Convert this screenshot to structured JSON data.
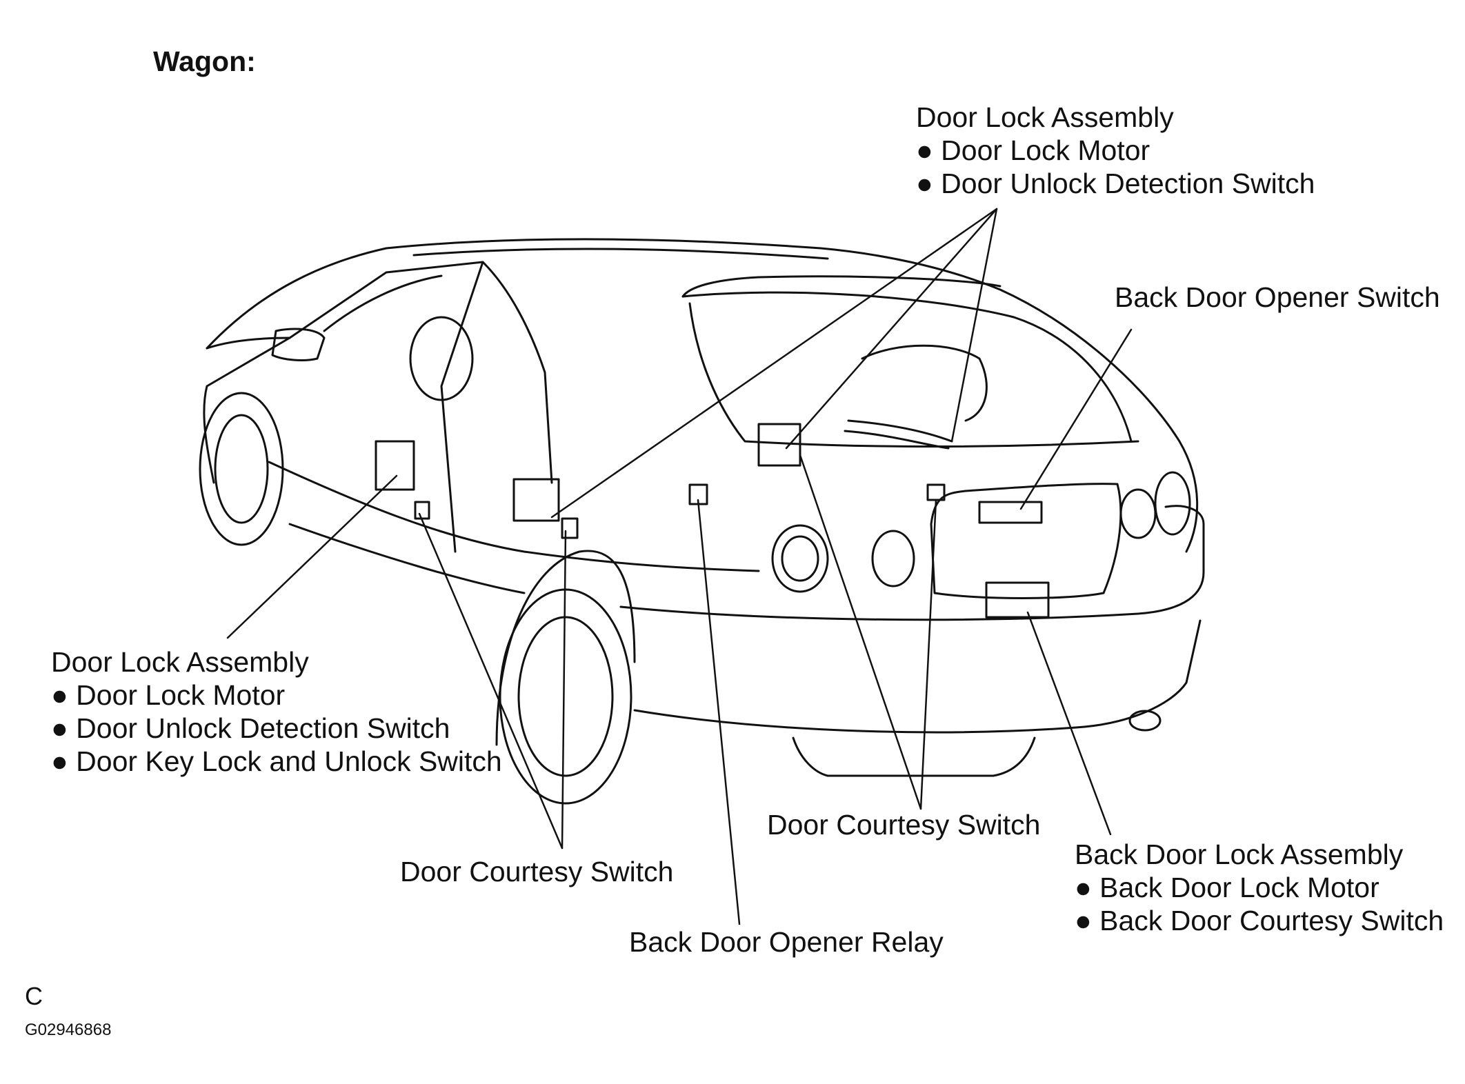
{
  "title": "Wagon:",
  "corner_letter": "C",
  "figure_code": "G02946868",
  "callouts": {
    "door_lock_front": {
      "heading": "Door Lock Assembly",
      "items": [
        "● Door Lock Motor",
        "● Door Unlock Detection Switch",
        "● Door Key Lock and Unlock Switch"
      ]
    },
    "door_lock_rear": {
      "heading": "Door Lock Assembly",
      "items": [
        "● Door Lock Motor",
        "● Door Unlock Detection Switch"
      ]
    },
    "back_door_opener_switch": {
      "heading": "Back Door Opener Switch"
    },
    "door_courtesy_front": {
      "heading": "Door Courtesy Switch"
    },
    "door_courtesy_rear": {
      "heading": "Door Courtesy Switch"
    },
    "back_door_opener_relay": {
      "heading": "Back Door Opener Relay"
    },
    "back_door_lock": {
      "heading": "Back Door Lock Assembly",
      "items": [
        "● Back Door Lock Motor",
        "● Back Door Courtesy Switch"
      ]
    }
  },
  "colors": {
    "line": "#111111",
    "background": "#ffffff"
  }
}
